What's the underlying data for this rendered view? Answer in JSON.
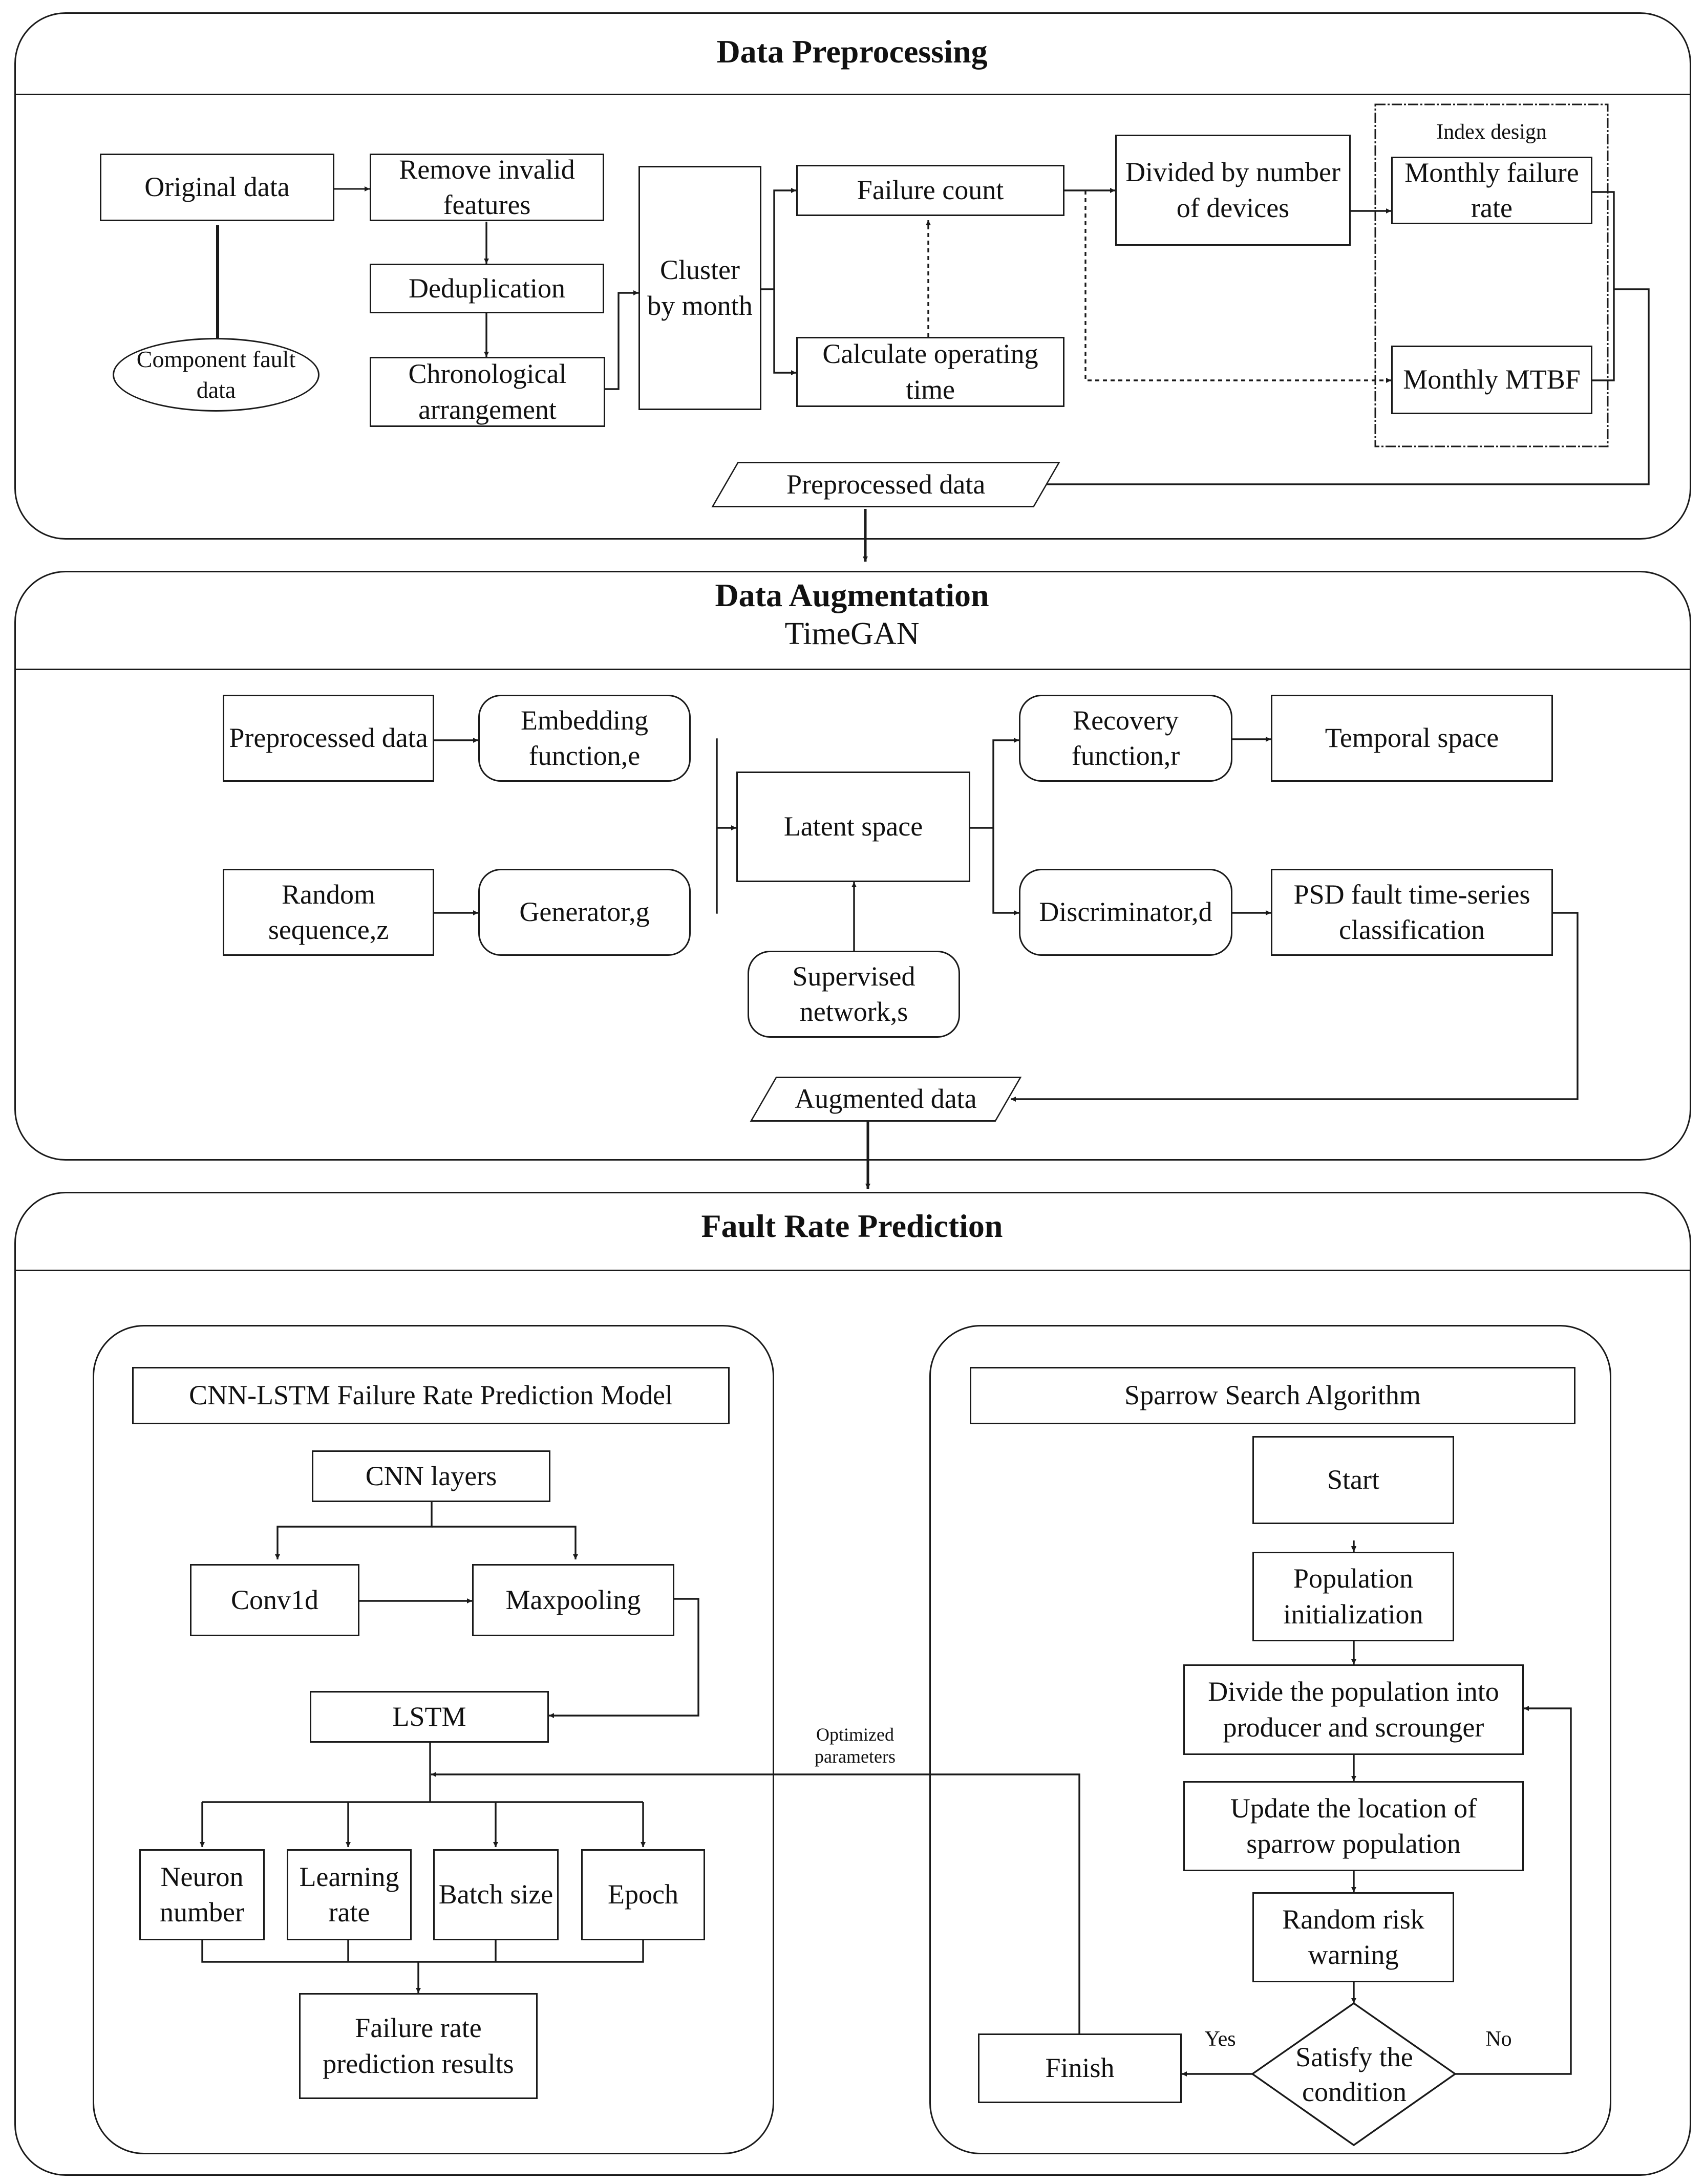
{
  "sections": {
    "preprocessing": {
      "title": "Data Preprocessing",
      "original_data": "Original data",
      "component_fault_data": "Component  fault data",
      "remove_invalid": "Remove invalid features",
      "deduplication": "Deduplication",
      "chronological": "Chronological arrangement",
      "cluster": "Cluster by month",
      "failure_count": "Failure count",
      "calc_operating_time": "Calculate operating time",
      "divided_by_devices": "Divided by number of devices",
      "index_design": "Index design",
      "monthly_failure_rate": "Monthly failure rate",
      "monthly_mtbf": "Monthly MTBF",
      "preprocessed_data": "Preprocessed data"
    },
    "augmentation": {
      "title": "Data Augmentation",
      "subtitle": "TimeGAN",
      "preprocessed_data": "Preprocessed data",
      "random_sequence": "Random sequence,z",
      "embedding_function": "Embedding function,e",
      "generator": "Generator,g",
      "latent_space": "Latent space",
      "supervised_network": "Supervised network,s",
      "recovery_function": "Recovery function,r",
      "discriminator": "Discriminator,d",
      "temporal_space": "Temporal space",
      "psd_classification": "PSD fault time-series classification",
      "augmented_data": "Augmented data"
    },
    "prediction": {
      "title": "Fault Rate Prediction",
      "cnn_lstm": {
        "title": "CNN-LSTM Failure Rate Prediction Model",
        "cnn_layers": "CNN layers",
        "conv1d": "Conv1d",
        "maxpooling": "Maxpooling",
        "lstm": "LSTM",
        "neuron_number": "Neuron number",
        "learning_rate": "Learning rate",
        "batch_size": "Batch size",
        "epoch": "Epoch",
        "results": "Failure rate prediction results"
      },
      "ssa": {
        "title": "Sparrow Search Algorithm",
        "start": "Start",
        "population_init": "Population initialization",
        "divide_population": "Divide the  population into producer and scrounger",
        "update_location": "Update the location of sparrow population",
        "random_risk": "Random risk warning",
        "satisfy_condition": "Satisfy the condition",
        "yes": "Yes",
        "no": "No",
        "finish": "Finish"
      },
      "optimized_parameters": "Optimized parameters"
    }
  }
}
